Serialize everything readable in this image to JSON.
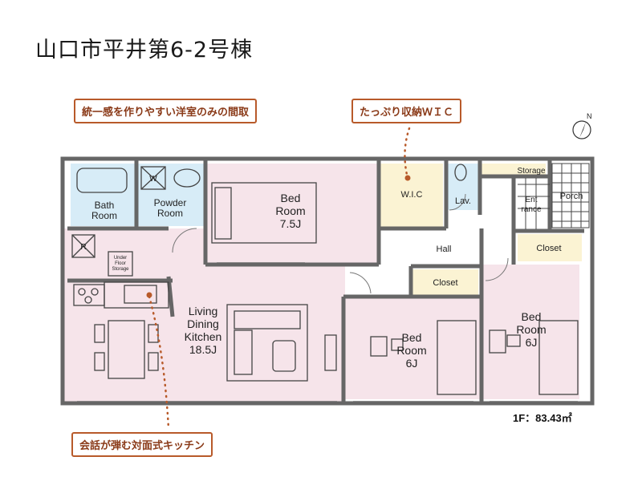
{
  "title": "山口市平井第6-2号棟",
  "callouts": {
    "top_left": "統一感を作りやすい洋室のみの間取",
    "top_right": "たっぷり収納ＷＩＣ",
    "bottom": "会話が弾む対面式キッチン"
  },
  "rooms": {
    "bath": [
      "Bath",
      "Room"
    ],
    "powder": [
      "Powder",
      "Room"
    ],
    "bed1": [
      "Bed",
      "Room",
      "7.5J"
    ],
    "wic": "W.I.C",
    "lav": "Lav.",
    "storage": "Storage",
    "entrance": [
      "Ent",
      "rance"
    ],
    "porch": "Porch",
    "hall": "Hall",
    "closet1": "Closet",
    "closet2": "Closet",
    "under_floor": [
      "Under",
      "Floor",
      "Storage"
    ],
    "ldk": [
      "Living",
      "Dining",
      "Kitchen",
      "18.5J"
    ],
    "bed2": [
      "Bed",
      "Room",
      "6J"
    ],
    "bed3": [
      "Bed",
      "Room",
      "6J"
    ],
    "washer": "W",
    "fridge": "R"
  },
  "floor_area": "1F：83.43㎡",
  "compass": "N",
  "colors": {
    "room_pink": "#f6e4ea",
    "bath_blue": "#d7ecf7",
    "closet_yellow": "#fbf3d3",
    "wall": "#666666",
    "accent": "#b85a2a"
  }
}
